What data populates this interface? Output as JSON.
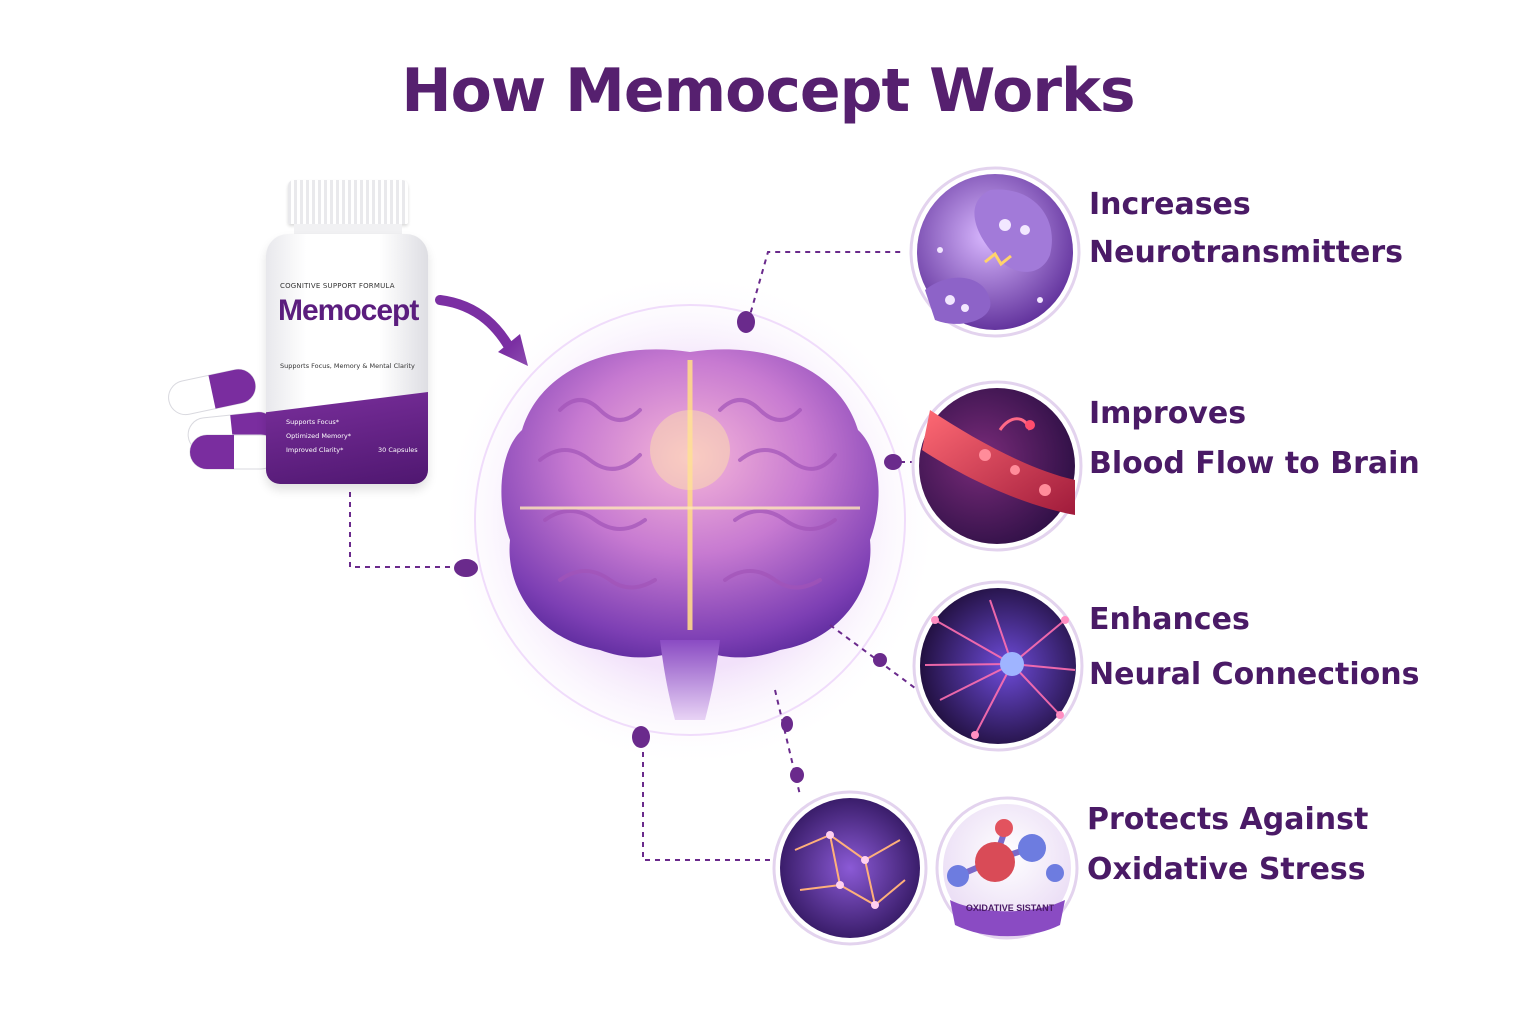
{
  "title": "How Memocept Works",
  "bottle": {
    "top_line": "COGNITIVE SUPPORT FORMULA",
    "brand": "Memocept",
    "subtitle": "Supports Focus, Memory & Mental Clarity",
    "benefits": [
      "Supports Focus*",
      "Optimized Memory*",
      "Improved Clarity*"
    ],
    "count": "30 Capsules"
  },
  "benefits": [
    {
      "line1": "Increases",
      "line2": "Neurotransmitters",
      "icon": "synapse-icon"
    },
    {
      "line1": "Improves",
      "line2": "Blood Flow to Brain",
      "icon": "blood-vessel-icon"
    },
    {
      "line1": "Enhances",
      "line2": "Neural Connections",
      "icon": "neuron-icon"
    },
    {
      "line1": "Protects Against",
      "line2": "Oxidative Stress",
      "icon": "molecule-icon"
    }
  ],
  "antioxidant_caption": "OXIDATIVE SISTANT",
  "colors": {
    "title": "#56206f",
    "accent": "#6a2a8c",
    "label": "#4a1a66"
  }
}
